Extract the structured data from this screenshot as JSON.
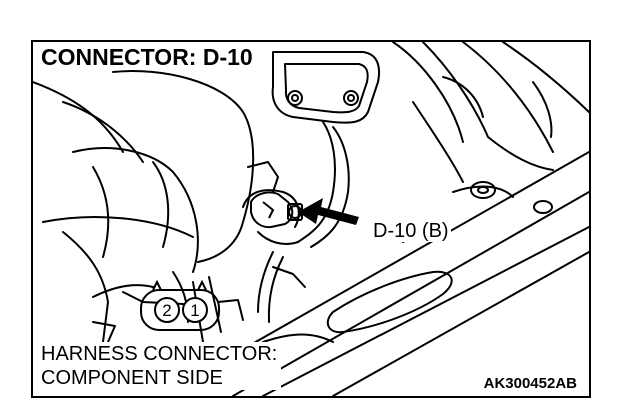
{
  "title": "CONNECTOR: D-10",
  "callout_label": "D-10 (B)",
  "connector_pins": [
    "2",
    "1"
  ],
  "caption_line1": "HARNESS CONNECTOR:",
  "caption_line2": "COMPONENT SIDE",
  "figure_code": "AK300452AB"
}
